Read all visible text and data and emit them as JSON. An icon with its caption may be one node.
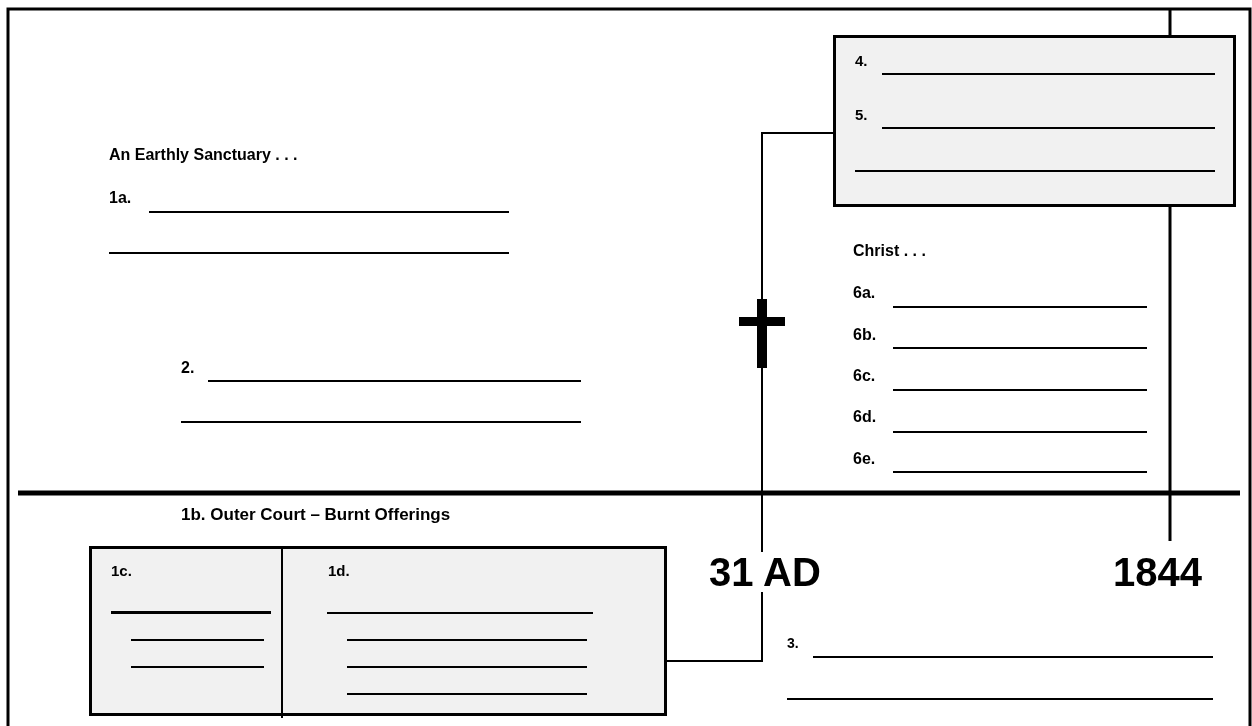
{
  "diagram": {
    "nodes": [
      {
        "text": [
          "4.",
          "5."
        ]
      },
      {
        "text": [
          "1c.",
          "1d."
        ]
      },
      {
        "text": [
          "31 AD"
        ]
      }
    ],
    "edges": [
      {
        "from": 0,
        "to": 2,
        "arrow": "none"
      },
      {
        "from": 1,
        "to": 2,
        "arrow": "none"
      }
    ],
    "labels": [
      "An Earthly Sanctuary . . .",
      "1a.",
      "Christ . . .",
      "6a.",
      "6b.",
      "6c.",
      "2.",
      "6d.",
      "6e.",
      "1b. Outer Court – Burnt Offerings",
      "1844",
      "3."
    ]
  }
}
